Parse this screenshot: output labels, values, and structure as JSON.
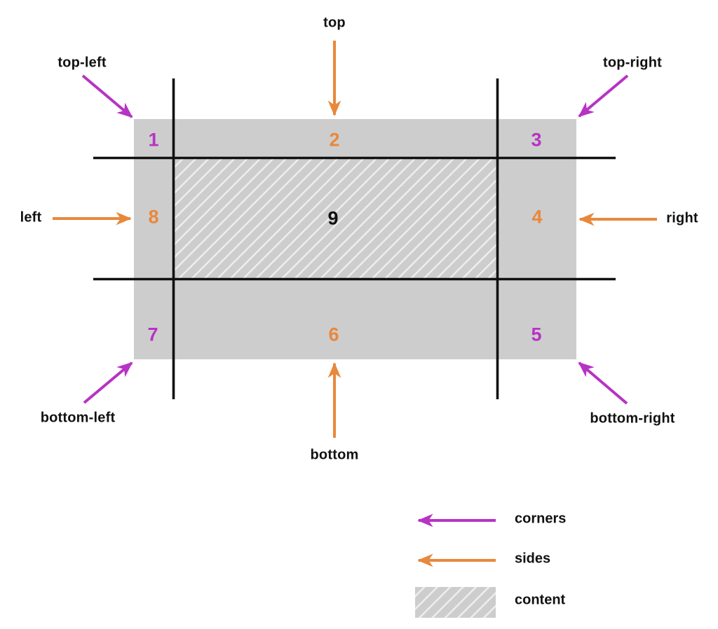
{
  "colors": {
    "corners": "#b733c4",
    "sides": "#e8883c",
    "text": "#111111",
    "grid_line": "#111111",
    "region_fill": "#cdcdcd",
    "hatch_stripe": "#efefef",
    "background": "#ffffff"
  },
  "labels": {
    "top": "top",
    "top_left": "top-left",
    "top_right": "top-right",
    "left": "left",
    "right": "right",
    "bottom_left": "bottom-left",
    "bottom": "bottom",
    "bottom_right": "bottom-right"
  },
  "regions": [
    {
      "value": "1",
      "type": "corner",
      "position": "top-left"
    },
    {
      "value": "2",
      "type": "side",
      "position": "top"
    },
    {
      "value": "3",
      "type": "corner",
      "position": "top-right"
    },
    {
      "value": "4",
      "type": "side",
      "position": "right"
    },
    {
      "value": "5",
      "type": "corner",
      "position": "bottom-right"
    },
    {
      "value": "6",
      "type": "side",
      "position": "bottom"
    },
    {
      "value": "7",
      "type": "corner",
      "position": "bottom-left"
    },
    {
      "value": "8",
      "type": "side",
      "position": "left"
    },
    {
      "value": "9",
      "type": "content",
      "position": "center"
    }
  ],
  "legend": {
    "items": [
      {
        "label": "corners",
        "swatch": "magenta-arrow-icon"
      },
      {
        "label": "sides",
        "swatch": "orange-arrow-icon"
      },
      {
        "label": "content",
        "swatch": "hatched-rect"
      }
    ]
  }
}
